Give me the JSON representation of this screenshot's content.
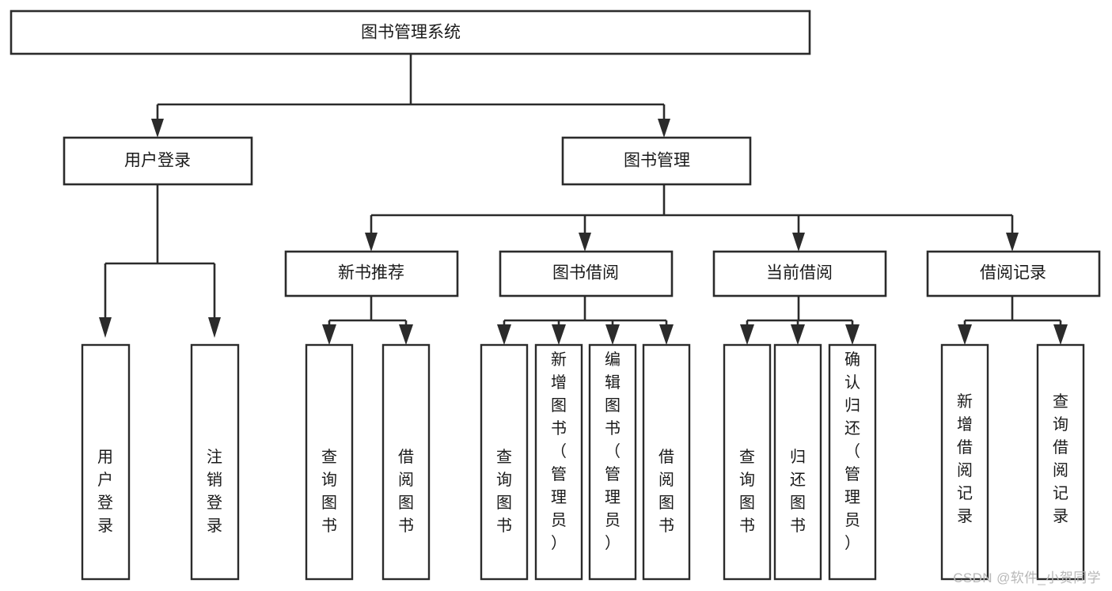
{
  "diagram": {
    "type": "tree",
    "title": "图书管理系统",
    "orientation": "top-down",
    "watermark": "CSDN @软件_小贺同学",
    "colors": {
      "background": "#ffffff",
      "stroke": "#2b2b2b",
      "fill": "#ffffff",
      "text": "#1a1a1a",
      "watermark": "#b8b8b8"
    },
    "levels": [
      {
        "level": 1,
        "nodes": [
          {
            "id": "root",
            "label": "图书管理系统",
            "orientation": "horizontal"
          }
        ]
      },
      {
        "level": 2,
        "nodes": [
          {
            "id": "login",
            "label": "用户登录",
            "orientation": "horizontal",
            "parent": "root"
          },
          {
            "id": "bookmgmt",
            "label": "图书管理",
            "orientation": "horizontal",
            "parent": "root"
          }
        ]
      },
      {
        "level": 3,
        "nodes": [
          {
            "id": "newbook",
            "label": "新书推荐",
            "orientation": "horizontal",
            "parent": "bookmgmt"
          },
          {
            "id": "borrow",
            "label": "图书借阅",
            "orientation": "horizontal",
            "parent": "bookmgmt"
          },
          {
            "id": "current",
            "label": "当前借阅",
            "orientation": "horizontal",
            "parent": "bookmgmt"
          },
          {
            "id": "records",
            "label": "借阅记录",
            "orientation": "horizontal",
            "parent": "bookmgmt"
          }
        ]
      },
      {
        "level": 4,
        "nodes": [
          {
            "id": "leaf1",
            "label": "用户登录",
            "orientation": "vertical",
            "parent": "login"
          },
          {
            "id": "leaf2",
            "label": "注销登录",
            "orientation": "vertical",
            "parent": "login"
          },
          {
            "id": "leaf3",
            "label": "查询图书",
            "orientation": "vertical",
            "parent": "newbook"
          },
          {
            "id": "leaf4",
            "label": "借阅图书",
            "orientation": "vertical",
            "parent": "newbook"
          },
          {
            "id": "leaf5",
            "label": "查询图书",
            "orientation": "vertical",
            "parent": "borrow"
          },
          {
            "id": "leaf6",
            "label": "新增图书（管理员）",
            "orientation": "vertical",
            "parent": "borrow"
          },
          {
            "id": "leaf7",
            "label": "编辑图书（管理员）",
            "orientation": "vertical",
            "parent": "borrow"
          },
          {
            "id": "leaf8",
            "label": "借阅图书",
            "orientation": "vertical",
            "parent": "borrow"
          },
          {
            "id": "leaf9",
            "label": "查询图书",
            "orientation": "vertical",
            "parent": "current"
          },
          {
            "id": "leaf10",
            "label": "归还图书",
            "orientation": "vertical",
            "parent": "current"
          },
          {
            "id": "leaf11",
            "label": "确认归还（管理员）",
            "orientation": "vertical",
            "parent": "current"
          },
          {
            "id": "leaf12",
            "label": "新增借阅记录",
            "orientation": "vertical",
            "parent": "records"
          },
          {
            "id": "leaf13",
            "label": "查询借阅记录",
            "orientation": "vertical",
            "parent": "records"
          }
        ]
      }
    ]
  }
}
